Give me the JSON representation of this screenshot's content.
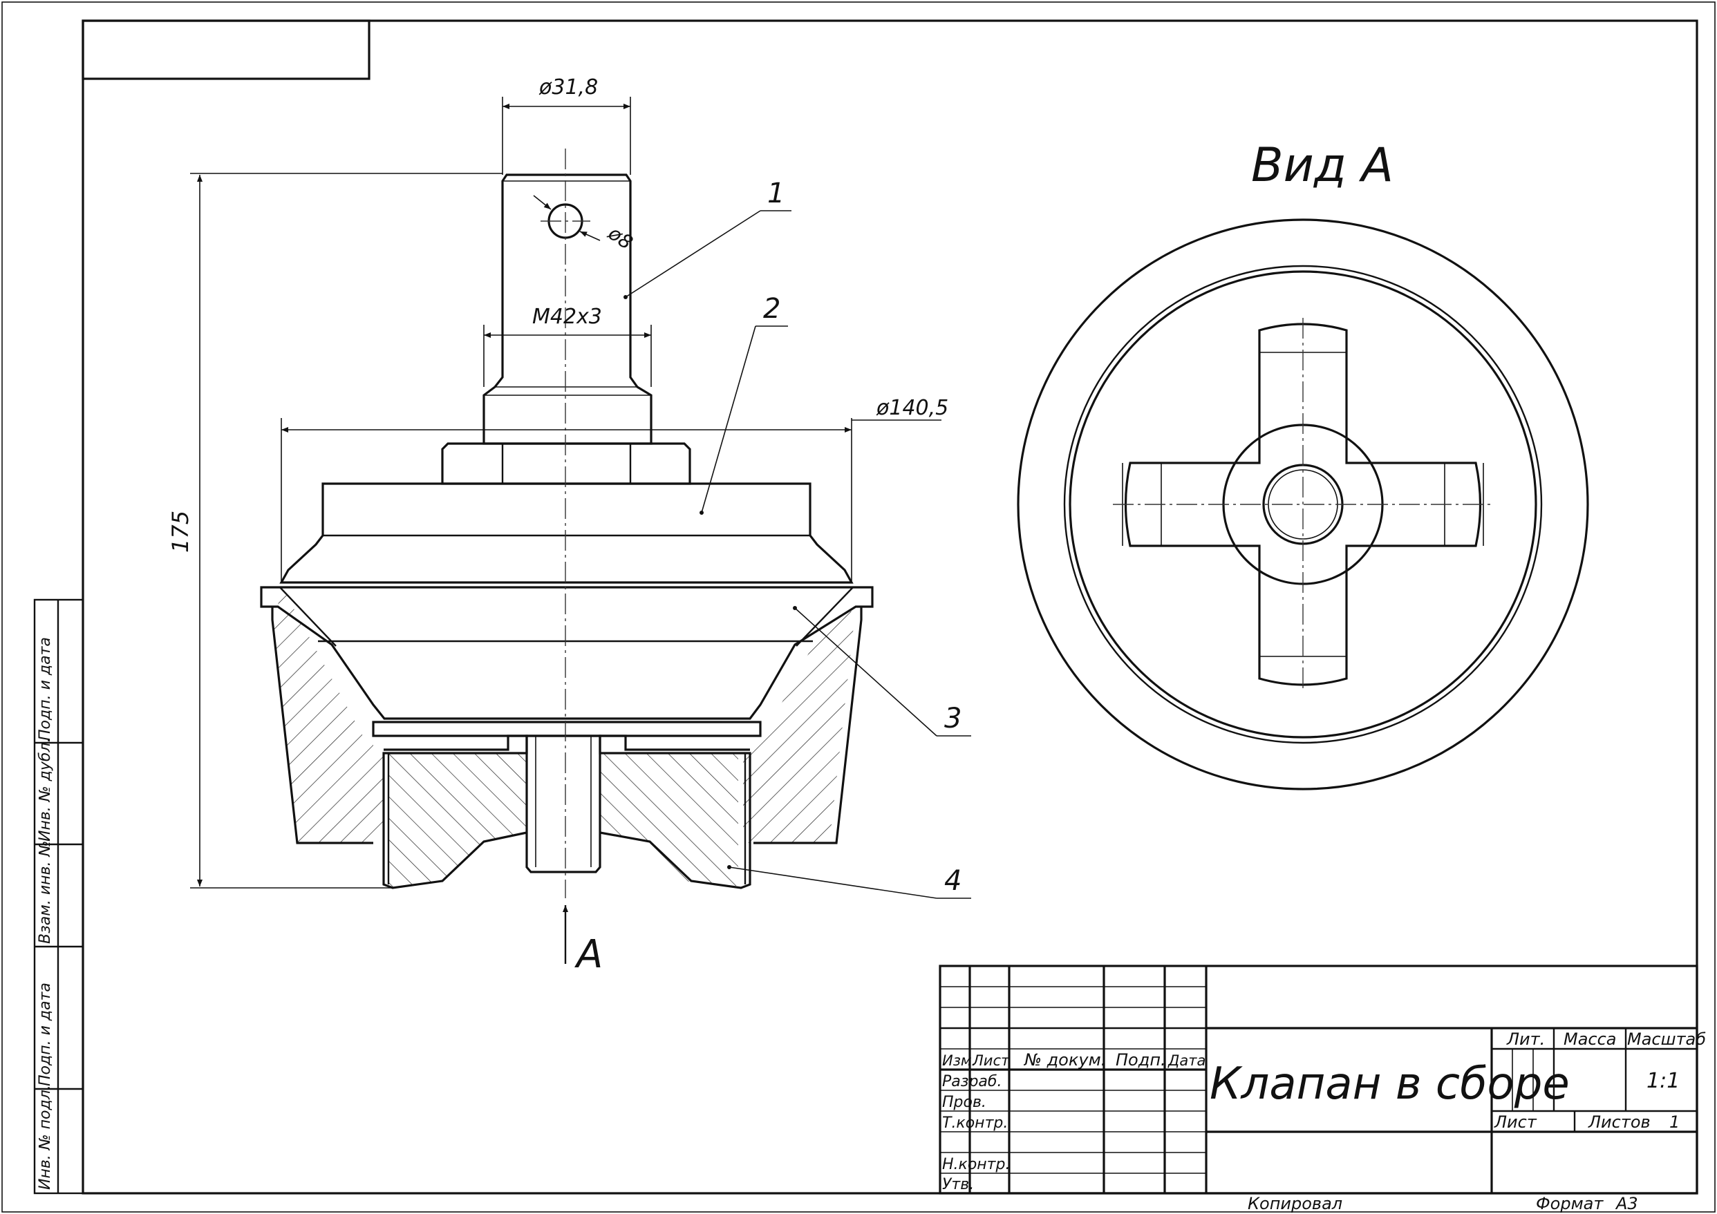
{
  "views": {
    "view_a_title": "Вид А",
    "view_arrow_label": "А"
  },
  "dimensions": {
    "shaft_diameter": "ø31,8",
    "hole_diameter": "ø8",
    "thread": "M42x3",
    "body_diameter": "ø140,5",
    "total_height": "175"
  },
  "leaders": [
    "1",
    "2",
    "3",
    "4"
  ],
  "side_columns": [
    "Подп. и дата",
    "Инв. № дубл.",
    "Взам. инв. №",
    "Подп. и дата",
    "Инв. № подл."
  ],
  "title_block": {
    "title": "Клапан в сборе",
    "headers": {
      "izm": "Изм.",
      "list": "Лист",
      "doc_no": "№ докум.",
      "sign": "Подп.",
      "date": "Дата"
    },
    "roles": {
      "razrab": "Разраб.",
      "prov": "Пров.",
      "tkontr": "Т.контр.",
      "nkontr": "Н.контр.",
      "utv": "Утв."
    },
    "lit_label": "Лит.",
    "mass_label": "Масса",
    "scale_label": "Масштаб",
    "scale_value": "1:1",
    "sheet_label": "Лист",
    "sheets_label": "Листов",
    "sheets_value": "1"
  },
  "footer": {
    "copied": "Копировал",
    "format_label": "Формат",
    "format_value": "А3"
  }
}
